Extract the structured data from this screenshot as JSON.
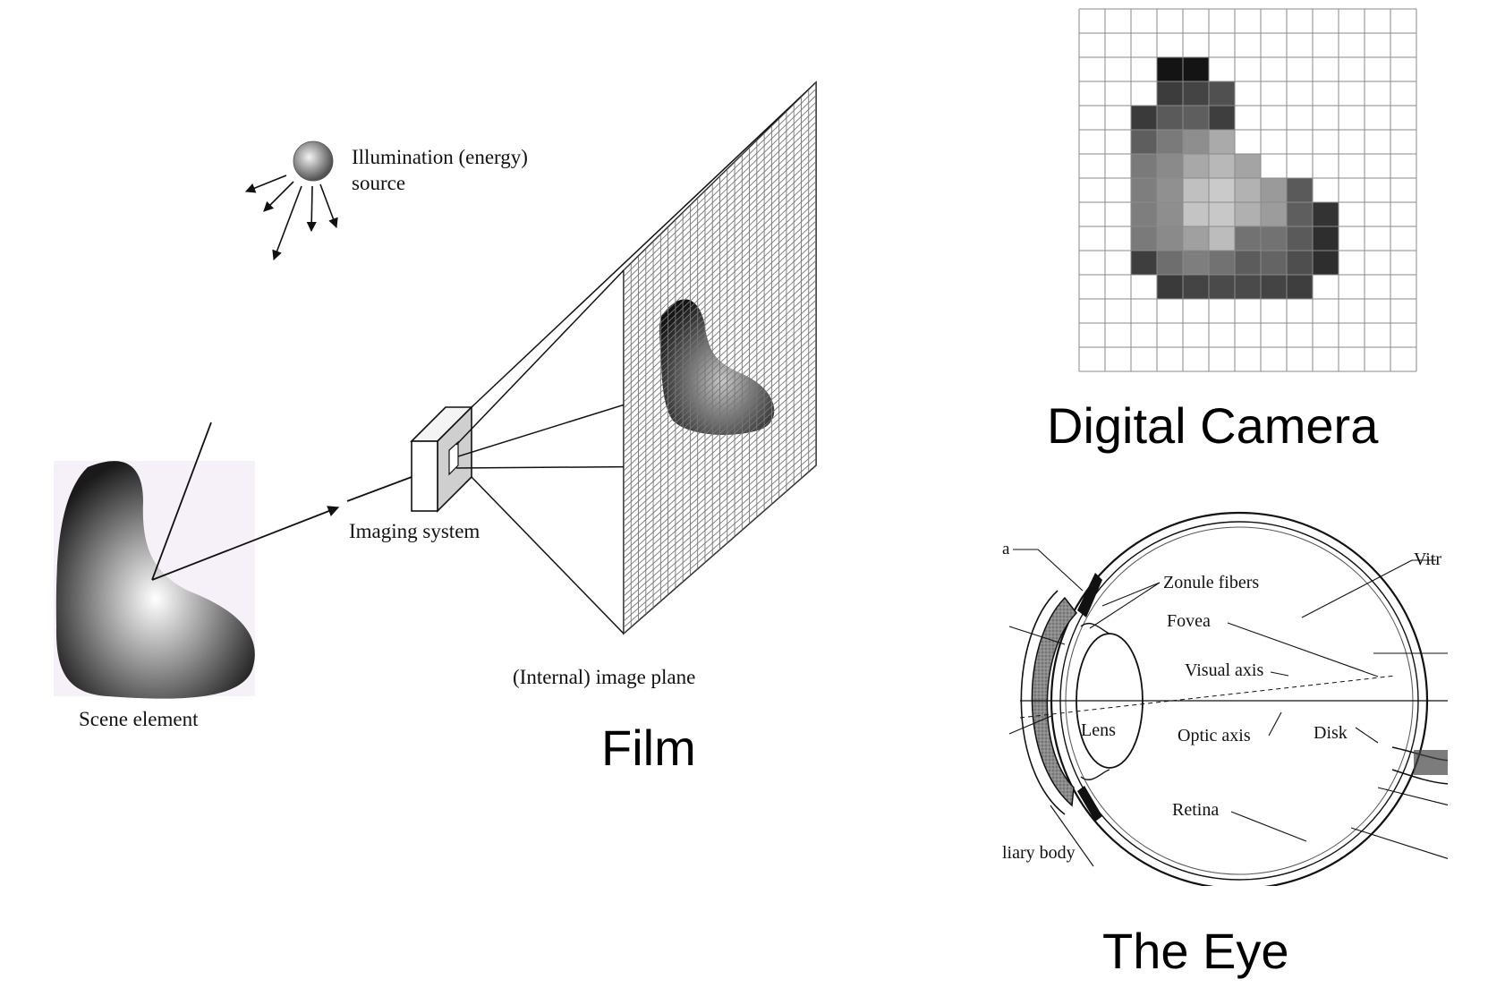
{
  "left": {
    "illumination_line1": "Illumination (energy)",
    "illumination_line2": "source",
    "scene_label": "Scene element",
    "imaging_label": "Imaging system",
    "plane_label": "(Internal) image plane",
    "caption": "Film"
  },
  "camera": {
    "caption": "Digital Camera",
    "grid_cols": 13,
    "grid_rows": 15,
    "cells": [
      [
        2,
        3,
        "#141414"
      ],
      [
        2,
        4,
        "#141414"
      ],
      [
        3,
        3,
        "#3c3c3c"
      ],
      [
        3,
        4,
        "#444444"
      ],
      [
        3,
        5,
        "#505050"
      ],
      [
        4,
        2,
        "#3a3a3a"
      ],
      [
        4,
        3,
        "#5a5a5a"
      ],
      [
        4,
        4,
        "#5e5e5e"
      ],
      [
        4,
        5,
        "#3e3e3e"
      ],
      [
        5,
        2,
        "#5e5e5e"
      ],
      [
        5,
        3,
        "#7a7a7a"
      ],
      [
        5,
        4,
        "#8e8e8e"
      ],
      [
        5,
        5,
        "#aaaaaa"
      ],
      [
        6,
        2,
        "#7a7a7a"
      ],
      [
        6,
        3,
        "#8a8a8a"
      ],
      [
        6,
        4,
        "#a8a8a8"
      ],
      [
        6,
        5,
        "#b8b8b8"
      ],
      [
        6,
        6,
        "#a4a4a4"
      ],
      [
        7,
        2,
        "#7e7e7e"
      ],
      [
        7,
        3,
        "#909090"
      ],
      [
        7,
        4,
        "#c0c0c0"
      ],
      [
        7,
        5,
        "#cacaca"
      ],
      [
        7,
        6,
        "#b2b2b2"
      ],
      [
        7,
        7,
        "#9a9a9a"
      ],
      [
        7,
        8,
        "#5a5a5a"
      ],
      [
        8,
        2,
        "#7e7e7e"
      ],
      [
        8,
        3,
        "#8e8e8e"
      ],
      [
        8,
        4,
        "#c4c4c4"
      ],
      [
        8,
        5,
        "#c8c8c8"
      ],
      [
        8,
        6,
        "#b0b0b0"
      ],
      [
        8,
        7,
        "#9c9c9c"
      ],
      [
        8,
        8,
        "#5e5e5e"
      ],
      [
        8,
        9,
        "#333333"
      ],
      [
        9,
        2,
        "#7a7a7a"
      ],
      [
        9,
        3,
        "#8a8a8a"
      ],
      [
        9,
        4,
        "#a0a0a0"
      ],
      [
        9,
        5,
        "#bcbcbc"
      ],
      [
        9,
        6,
        "#727272"
      ],
      [
        9,
        7,
        "#727272"
      ],
      [
        9,
        8,
        "#5a5a5a"
      ],
      [
        9,
        9,
        "#2e2e2e"
      ],
      [
        10,
        2,
        "#3e3e3e"
      ],
      [
        10,
        3,
        "#6e6e6e"
      ],
      [
        10,
        4,
        "#7e7e7e"
      ],
      [
        10,
        5,
        "#727272"
      ],
      [
        10,
        6,
        "#5c5c5c"
      ],
      [
        10,
        7,
        "#646464"
      ],
      [
        10,
        8,
        "#4e4e4e"
      ],
      [
        10,
        9,
        "#2e2e2e"
      ],
      [
        11,
        3,
        "#3a3a3a"
      ],
      [
        11,
        4,
        "#444444"
      ],
      [
        11,
        5,
        "#4a4a4a"
      ],
      [
        11,
        6,
        "#4a4a4a"
      ],
      [
        11,
        7,
        "#444444"
      ],
      [
        11,
        8,
        "#3e3e3e"
      ]
    ]
  },
  "eye": {
    "caption": "The Eye",
    "labels": {
      "zonule": "Zonule fibers",
      "fovea": "Fovea",
      "visual_axis": "Visual axis",
      "lens": "Lens",
      "optic_axis": "Optic axis",
      "disk": "Disk",
      "retina": "Retina",
      "ciliary": "liary body",
      "top_left": "a",
      "vitr": "Vitr"
    }
  }
}
